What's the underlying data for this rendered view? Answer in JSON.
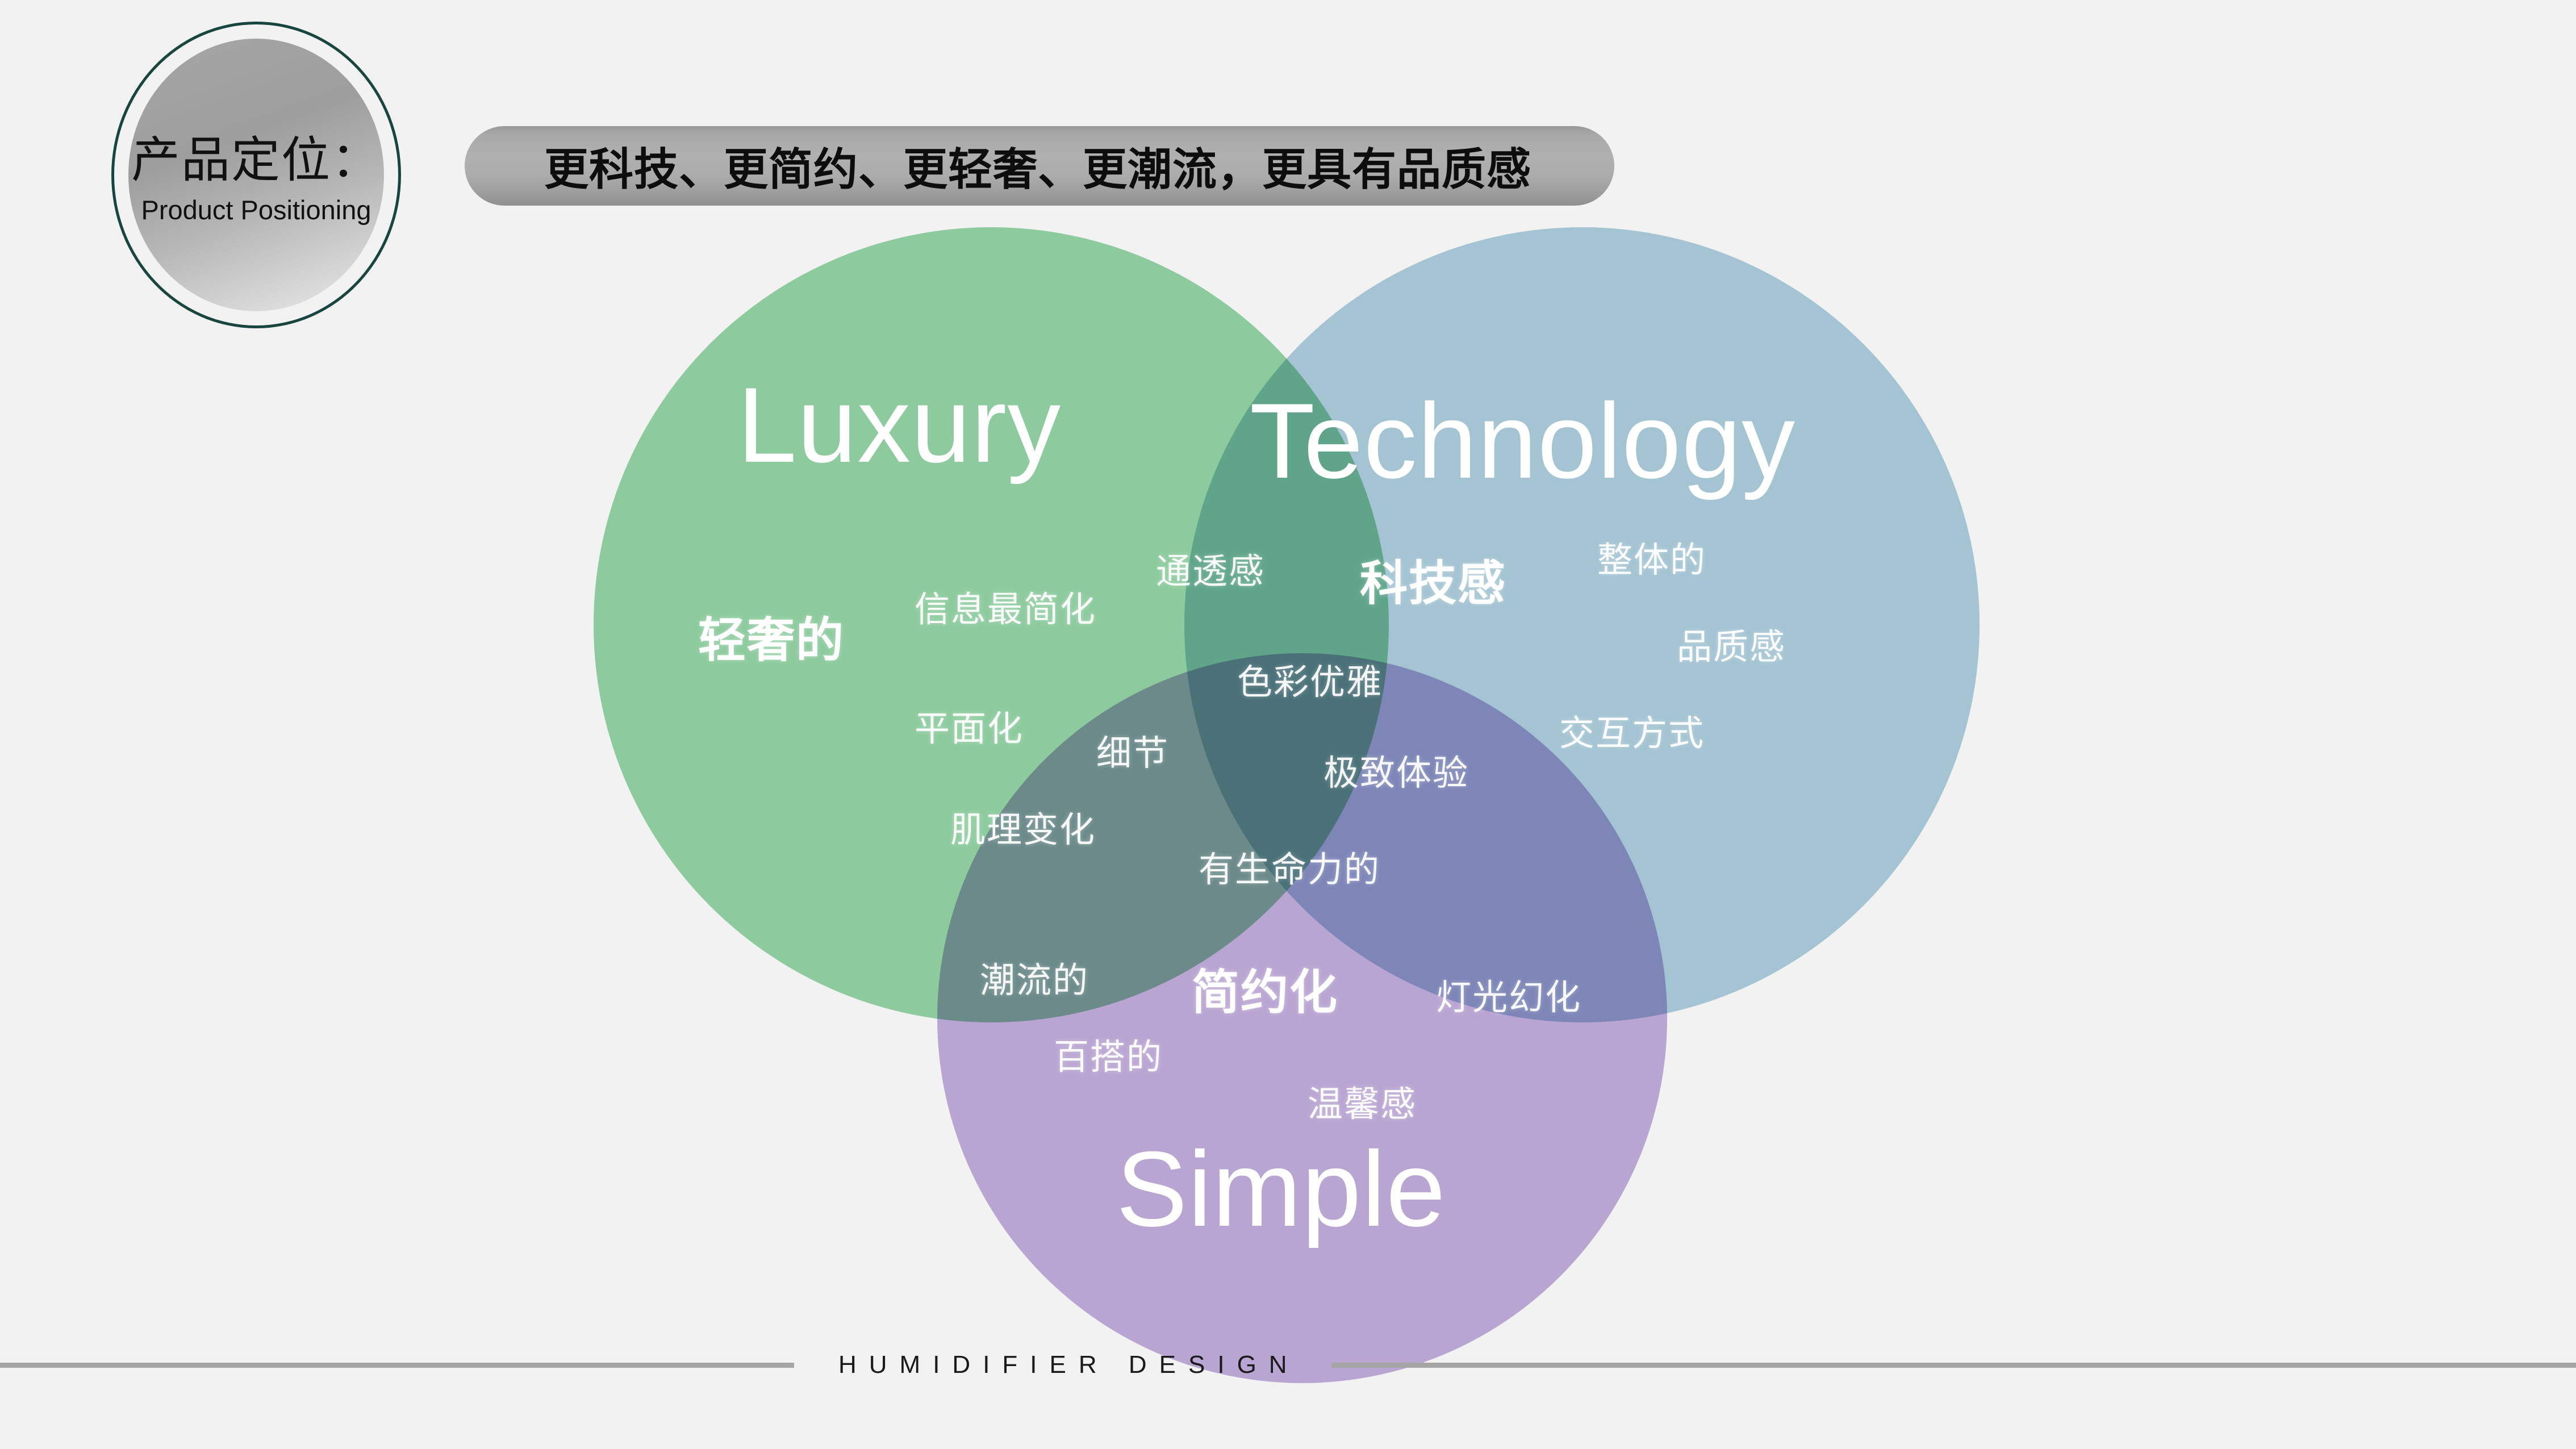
{
  "badge": {
    "title_cn": "产品定位：",
    "title_en": "Product Positioning",
    "ring_color": "#18453e"
  },
  "header": {
    "pill_text": "更科技、更简约、更轻奢、更潮流，更具有品质感",
    "pill_color": "#acacac"
  },
  "venn": {
    "circles": [
      {
        "name": "Luxury",
        "title": "Luxury",
        "color": "#7ecd94",
        "keyword": "轻奢的"
      },
      {
        "name": "Technology",
        "title": "Technology",
        "color": "#9bc4d8",
        "keyword": "科技感"
      },
      {
        "name": "Simple",
        "title": "Simple",
        "color": "#b49ad6",
        "keyword": "简约化"
      }
    ],
    "words": {
      "luxury_only": [
        "信息最简化",
        "平面化",
        "肌理变化"
      ],
      "technology_only": [
        "整体的",
        "品质感",
        "交互方式"
      ],
      "simple_only": [
        "潮流的",
        "百搭的",
        "灯光幻化",
        "温馨感"
      ],
      "luxury_technology": [
        "通透感"
      ],
      "luxury_simple": [
        "细节"
      ],
      "technology_simple": [
        "极致体验"
      ],
      "center_all_three": [
        "色彩优雅",
        "有生命力的"
      ]
    }
  },
  "footer": {
    "text": "HUMIDIFIER  DESIGN",
    "rule_color": "#a5a5a5"
  },
  "chart_data": {
    "type": "diagram",
    "diagram_type": "venn-3-set",
    "title": "产品定位 / Product Positioning",
    "sets": [
      {
        "label": "Luxury",
        "keyword": "轻奢的",
        "color": "#7ecd94"
      },
      {
        "label": "Technology",
        "keyword": "科技感",
        "color": "#9bc4d8"
      },
      {
        "label": "Simple",
        "keyword": "简约化",
        "color": "#b49ad6"
      }
    ],
    "regions": [
      {
        "sets": [
          "Luxury"
        ],
        "items": [
          "信息最简化",
          "平面化",
          "肌理变化"
        ]
      },
      {
        "sets": [
          "Technology"
        ],
        "items": [
          "整体的",
          "品质感",
          "交互方式"
        ]
      },
      {
        "sets": [
          "Simple"
        ],
        "items": [
          "潮流的",
          "百搭的",
          "灯光幻化",
          "温馨感"
        ]
      },
      {
        "sets": [
          "Luxury",
          "Technology"
        ],
        "items": [
          "通透感"
        ]
      },
      {
        "sets": [
          "Luxury",
          "Simple"
        ],
        "items": [
          "细节"
        ]
      },
      {
        "sets": [
          "Technology",
          "Simple"
        ],
        "items": [
          "极致体验"
        ]
      },
      {
        "sets": [
          "Luxury",
          "Technology",
          "Simple"
        ],
        "items": [
          "色彩优雅",
          "有生命力的"
        ]
      }
    ]
  }
}
